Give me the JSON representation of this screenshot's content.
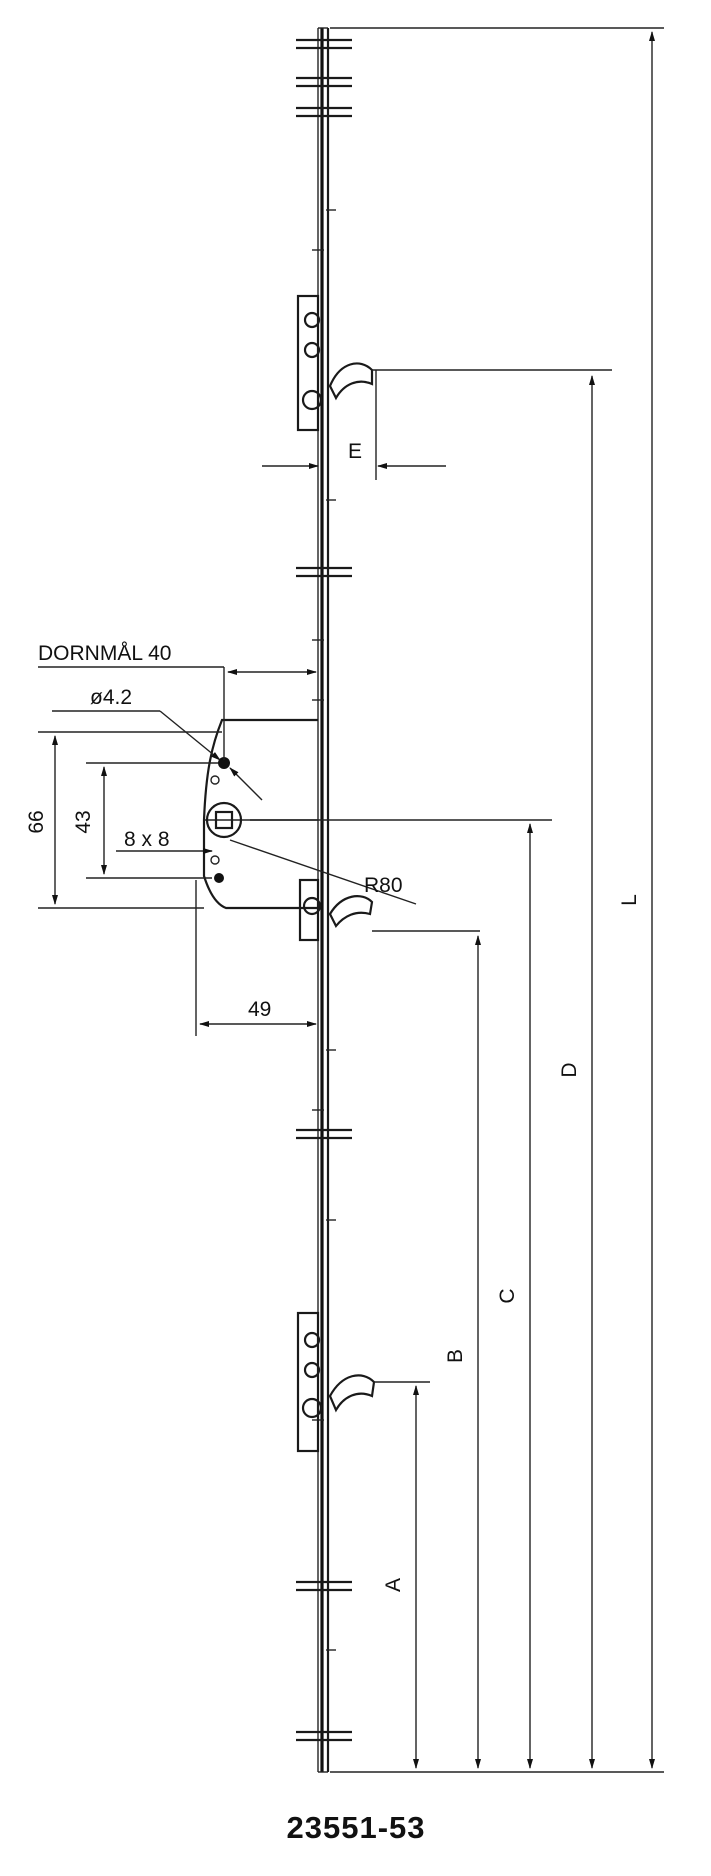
{
  "drawing": {
    "labels": {
      "dornmal": "DORNMÅL 40",
      "hole": "ø4.2",
      "h66": "66",
      "h43": "43",
      "square": "8 x 8",
      "radius": "R80",
      "w49": "49",
      "e": "E",
      "a": "A",
      "b": "B",
      "c": "C",
      "d": "D",
      "l": "L"
    },
    "part_number": "23551-53"
  }
}
